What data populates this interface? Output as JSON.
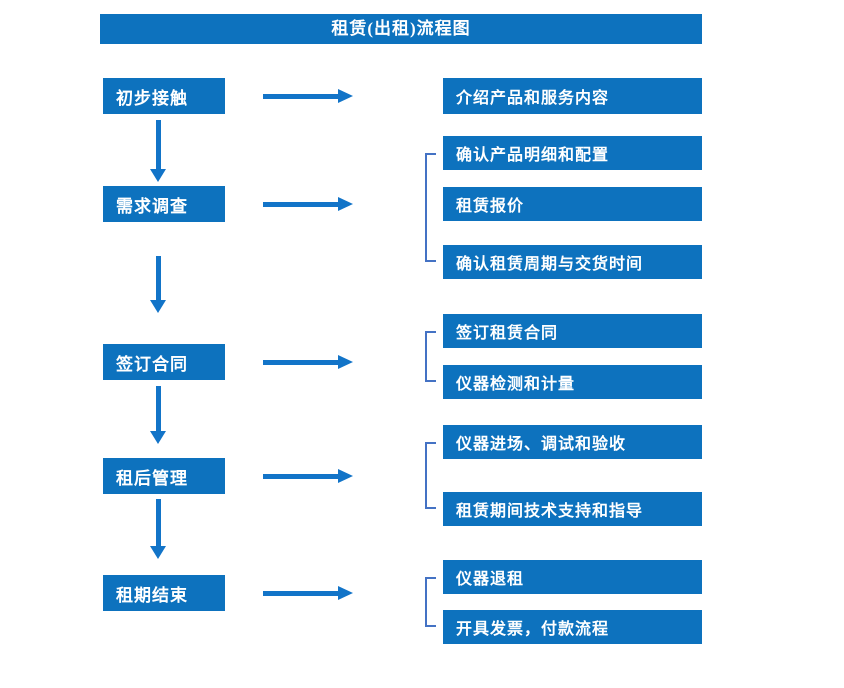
{
  "title": "租赁(出租)流程图",
  "colors": {
    "primary_blue": "#0D72BE",
    "arrow_blue": "#1274C8",
    "bracket_blue": "#4472C4"
  },
  "steps": [
    {
      "label": "初步接触",
      "details": [
        "介绍产品和服务内容"
      ]
    },
    {
      "label": "需求调查",
      "details": [
        "确认产品明细和配置",
        "租赁报价",
        "确认租赁周期与交货时间"
      ]
    },
    {
      "label": "签订合同",
      "details": [
        "签订租赁合同",
        "仪器检测和计量"
      ]
    },
    {
      "label": "租后管理",
      "details": [
        "仪器进场、调试和验收",
        "租赁期间技术支持和指导"
      ]
    },
    {
      "label": "租期结束",
      "details": [
        "仪器退租",
        "开具发票，付款流程"
      ]
    }
  ]
}
